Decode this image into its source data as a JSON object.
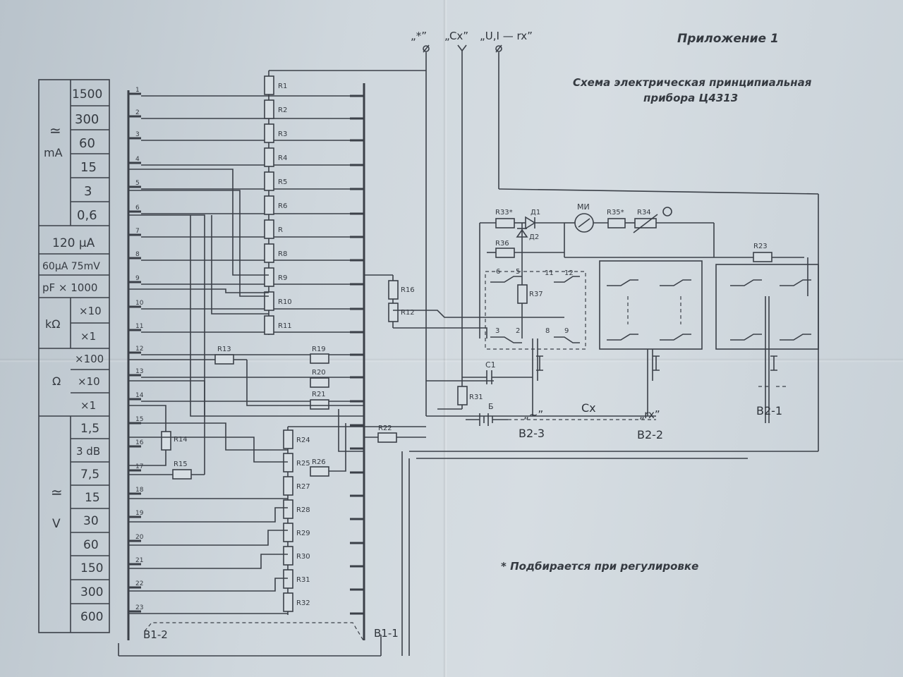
{
  "appendix_title": "Приложение 1",
  "scheme_title_line1": "Схема электрическая принципиальная",
  "scheme_title_line2": "прибора Ц4313",
  "footnote": "* Подбирается при регулировке",
  "terminals": {
    "star": "„*”",
    "cx": "„Cx”",
    "u_rx": "„U,I — rx”"
  },
  "range_table": {
    "ma_symbol": "≃",
    "ma_unit": "mA",
    "ma_values": [
      "1500",
      "300",
      "60",
      "15",
      "3",
      "0,6"
    ],
    "ua_value": "120 μA",
    "ua_mv_value": "60μA 75mV",
    "pf_value": "pF × 1000",
    "kohm_unit": "kΩ",
    "kohm_values": [
      "×10",
      "×1"
    ],
    "ohm_unit": "Ω",
    "ohm_values": [
      "×100",
      "×10",
      "×1"
    ],
    "v_symbol": "≃",
    "v_unit": "V",
    "v_values": [
      "1,5",
      "3 dB",
      "7,5",
      "15",
      "30",
      "60",
      "150",
      "300",
      "600"
    ]
  },
  "switch_positions": [
    "1",
    "2",
    "3",
    "4",
    "5",
    "6",
    "7",
    "8",
    "9",
    "10",
    "11",
    "12",
    "13",
    "14",
    "15",
    "16",
    "17",
    "18",
    "19",
    "20",
    "21",
    "22",
    "23"
  ],
  "resistors_left": [
    "R1",
    "R2",
    "R3",
    "R4",
    "R5",
    "R6",
    "R",
    "R8",
    "R9",
    "R10",
    "R11"
  ],
  "resistors_lower": [
    "R24",
    "R25",
    "R27",
    "R28",
    "R29",
    "R30",
    "R31",
    "R32"
  ],
  "resistors_misc": {
    "r13": "R13",
    "r14": "R14",
    "r15": "R15",
    "r19": "R19",
    "r20": "R20",
    "r21": "R21",
    "r22": "R22",
    "r26": "R26",
    "r16": "R16",
    "r12": "R12",
    "r33": "R33*",
    "r36": "R36",
    "r37": "R37",
    "r35": "R35*",
    "r34": "R34",
    "r23": "R23",
    "r31b": "R31"
  },
  "components": {
    "d1": "Д1",
    "d2": "Д2",
    "meter": "МИ",
    "c1": "C1",
    "battery": "Б",
    "ac": "„~”",
    "cx_label": "Cx",
    "rx_label": "„rx”"
  },
  "switch_labels": {
    "b12": "В1-2",
    "b11": "В1-1",
    "b23": "В2-3",
    "b22": "В2-2",
    "b21": "В2-1"
  },
  "contact_numbers": [
    "6",
    "5",
    "11",
    "12",
    "3",
    "2",
    "8",
    "9"
  ]
}
